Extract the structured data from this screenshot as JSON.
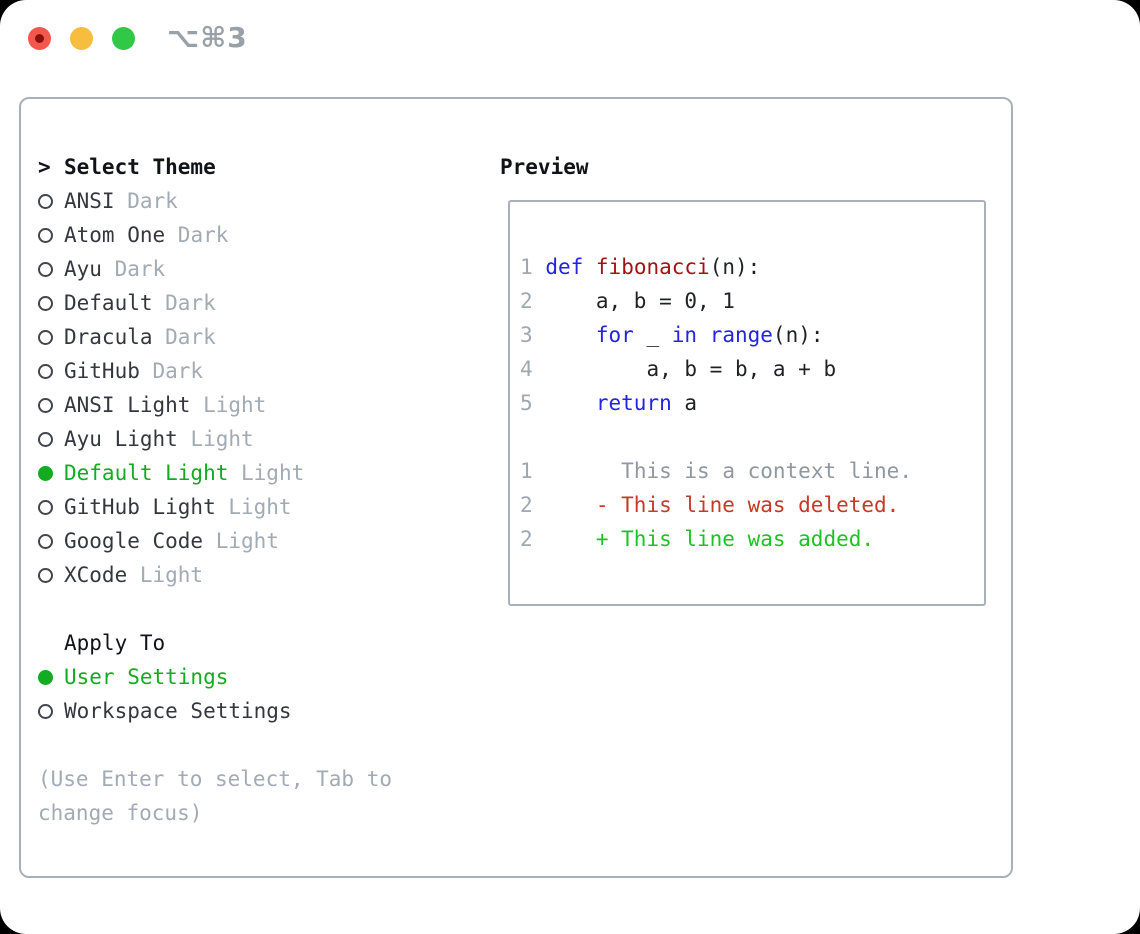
{
  "titlebar": {
    "shortcut": "⌥⌘3"
  },
  "theme_picker": {
    "prompt": ">",
    "title": "Select Theme",
    "items": [
      {
        "name": "ANSI",
        "variant": "Dark",
        "selected": false
      },
      {
        "name": "Atom One",
        "variant": "Dark",
        "selected": false
      },
      {
        "name": "Ayu",
        "variant": "Dark",
        "selected": false
      },
      {
        "name": "Default",
        "variant": "Dark",
        "selected": false
      },
      {
        "name": "Dracula",
        "variant": "Dark",
        "selected": false
      },
      {
        "name": "GitHub",
        "variant": "Dark",
        "selected": false
      },
      {
        "name": "ANSI Light",
        "variant": "Light",
        "selected": false
      },
      {
        "name": "Ayu Light",
        "variant": "Light",
        "selected": false
      },
      {
        "name": "Default Light",
        "variant": "Light",
        "selected": true
      },
      {
        "name": "GitHub Light",
        "variant": "Light",
        "selected": false
      },
      {
        "name": "Google Code",
        "variant": "Light",
        "selected": false
      },
      {
        "name": "XCode",
        "variant": "Light",
        "selected": false
      }
    ]
  },
  "apply_to": {
    "title": "Apply To",
    "options": [
      {
        "label": "User Settings",
        "selected": true
      },
      {
        "label": "Workspace Settings",
        "selected": false
      }
    ]
  },
  "hint_lines": [
    "(Use Enter to select, Tab to",
    "change focus)"
  ],
  "preview": {
    "title": "Preview",
    "lines": [
      [
        {
          "t": "1",
          "s": "num"
        },
        {
          "t": " ",
          "s": "plain"
        },
        {
          "t": "def",
          "s": "kw"
        },
        {
          "t": " ",
          "s": "plain"
        },
        {
          "t": "fibonacci",
          "s": "fn"
        },
        {
          "t": "(n):",
          "s": "plain"
        }
      ],
      [
        {
          "t": "2",
          "s": "num"
        },
        {
          "t": "     a, b = 0, 1",
          "s": "plain"
        }
      ],
      [
        {
          "t": "3",
          "s": "num"
        },
        {
          "t": "     ",
          "s": "plain"
        },
        {
          "t": "for",
          "s": "kw"
        },
        {
          "t": " _ ",
          "s": "plain"
        },
        {
          "t": "in",
          "s": "kw"
        },
        {
          "t": " ",
          "s": "plain"
        },
        {
          "t": "range",
          "s": "kw"
        },
        {
          "t": "(n):",
          "s": "plain"
        }
      ],
      [
        {
          "t": "4",
          "s": "num"
        },
        {
          "t": "         a, b = b, a + b",
          "s": "plain"
        }
      ],
      [
        {
          "t": "5",
          "s": "num"
        },
        {
          "t": "     ",
          "s": "plain"
        },
        {
          "t": "return",
          "s": "kw"
        },
        {
          "t": " a",
          "s": "plain"
        }
      ],
      [],
      [
        {
          "t": "1",
          "s": "num"
        },
        {
          "t": "       ",
          "s": "plain"
        },
        {
          "t": "This is a context line.",
          "s": "ctx"
        }
      ],
      [
        {
          "t": "2",
          "s": "num"
        },
        {
          "t": "     ",
          "s": "plain"
        },
        {
          "t": "- This line was deleted.",
          "s": "del"
        }
      ],
      [
        {
          "t": "2",
          "s": "num"
        },
        {
          "t": "     ",
          "s": "plain"
        },
        {
          "t": "+ This line was added.",
          "s": "add"
        }
      ]
    ]
  },
  "colors": {
    "accent_green": "#12ab21",
    "diff_added_green": "#1dc323",
    "diff_removed_red": "#c43a24",
    "keyword_blue": "#2323e0",
    "function_red": "#a31212",
    "code_text": "#1e2126",
    "dark_text": "#34383e",
    "header_text": "#101418",
    "muted_gray": "#a2aab4",
    "line_number_gray": "#9fa7b1",
    "context_gray": "#8f979f",
    "panel_border": "#a9b0ba",
    "traffic_red": "#f4574d",
    "traffic_red_dot": "#8a100c",
    "traffic_yellow": "#f6bd3e",
    "traffic_green": "#31c847",
    "shortcut_gray": "#99a0a8"
  }
}
